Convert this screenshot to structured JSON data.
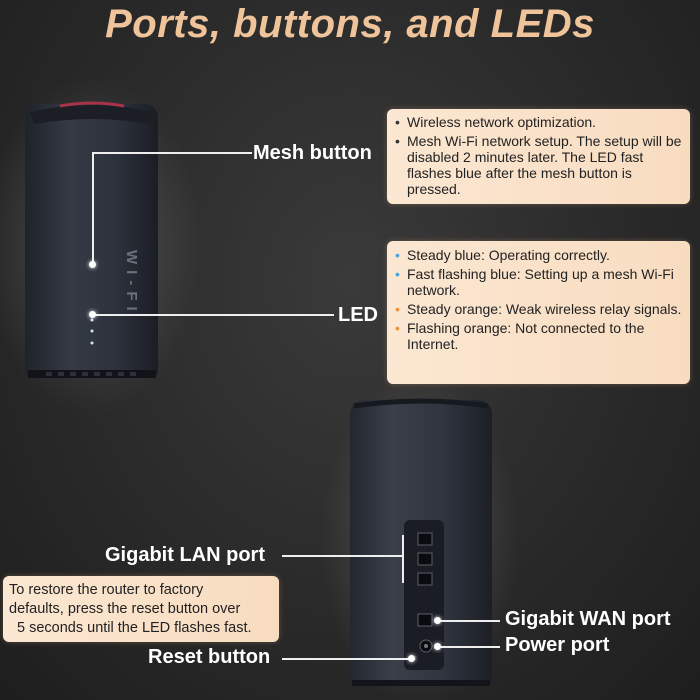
{
  "title": "Ports, buttons, and LEDs",
  "device_branding": "WI-FI",
  "callouts": {
    "mesh_button": "Mesh button",
    "led": "LED",
    "gigabit_lan_port": "Gigabit LAN port",
    "reset_button": "Reset button",
    "gigabit_wan_port": "Gigabit WAN port",
    "power_port": "Power port"
  },
  "mesh_info": {
    "items": [
      {
        "text": "Wireless network optimization.",
        "bullet_color": "#333333"
      },
      {
        "text": "Mesh Wi-Fi network setup. The setup will be disabled 2 minutes later. The LED fast flashes blue after the mesh button is pressed.",
        "bullet_color": "#333333"
      }
    ]
  },
  "led_info": {
    "items": [
      {
        "text": "Steady blue: Operating correctly.",
        "bullet_color": "#4aa3e0"
      },
      {
        "text": "Fast flashing blue: Setting up a mesh Wi-Fi network.",
        "bullet_color": "#4aa3e0"
      },
      {
        "text": "Steady orange: Weak wireless relay signals.",
        "bullet_color": "#f0913a"
      },
      {
        "text": "Flashing orange: Not connected to the Internet.",
        "bullet_color": "#f0913a"
      }
    ]
  },
  "reset_info": {
    "lines": [
      "To restore the router to factory",
      "defaults, press the reset button over",
      "5 seconds until the LED flashes fast."
    ]
  },
  "colors": {
    "title": "#f0c49a",
    "box_bg": "#fbe7d2",
    "device_body": "#2b2f38",
    "background": "#2a2a2a"
  }
}
